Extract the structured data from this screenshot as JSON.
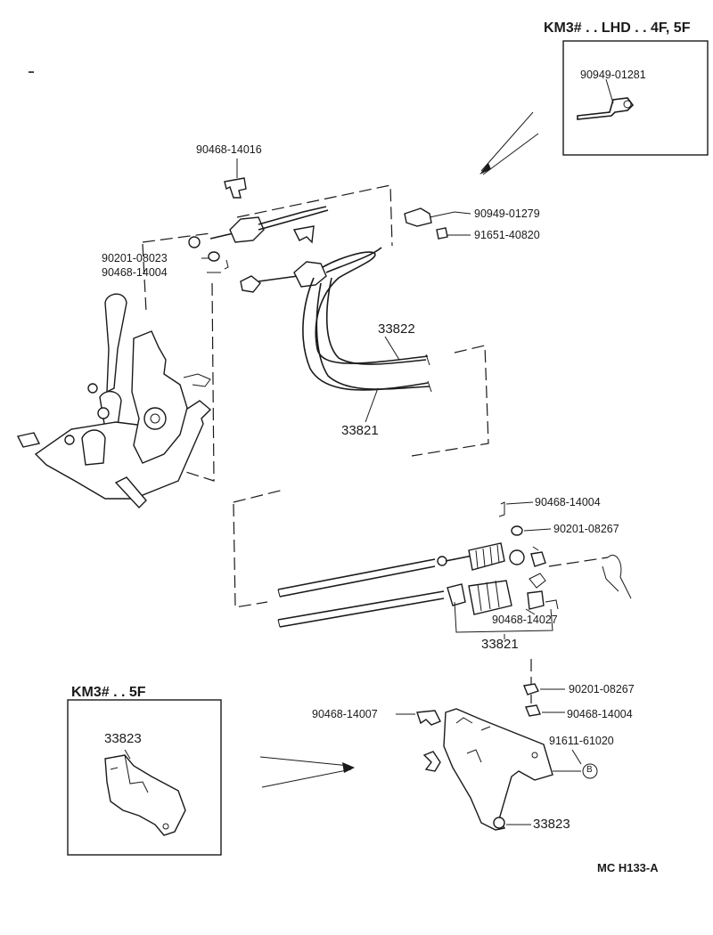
{
  "inset_top": {
    "heading": "KM3# . . LHD . . 4F, 5F",
    "part": "90949-01281"
  },
  "inset_bottom": {
    "heading": "KM3# . . 5F",
    "part": "33823"
  },
  "labels": {
    "p90468_14016": "90468-14016",
    "p90949_01279": "90949-01279",
    "p91651_40820": "91651-40820",
    "p90201_08023": "90201-08023",
    "p90468_14004_a": "90468-14004",
    "p33822": "33822",
    "p33821_a": "33821",
    "p90468_14004_b": "90468-14004",
    "p90201_08267_a": "90201-08267",
    "p90468_14027": "90468-14027",
    "p33821_b": "33821",
    "p90201_08267_b": "90201-08267",
    "p90468_14004_c": "90468-14004",
    "p90468_14007": "90468-14007",
    "p91611_61020": "91611-61020",
    "callout_b": "B",
    "p33823": "33823"
  },
  "footer_code": "MC  H133-A"
}
